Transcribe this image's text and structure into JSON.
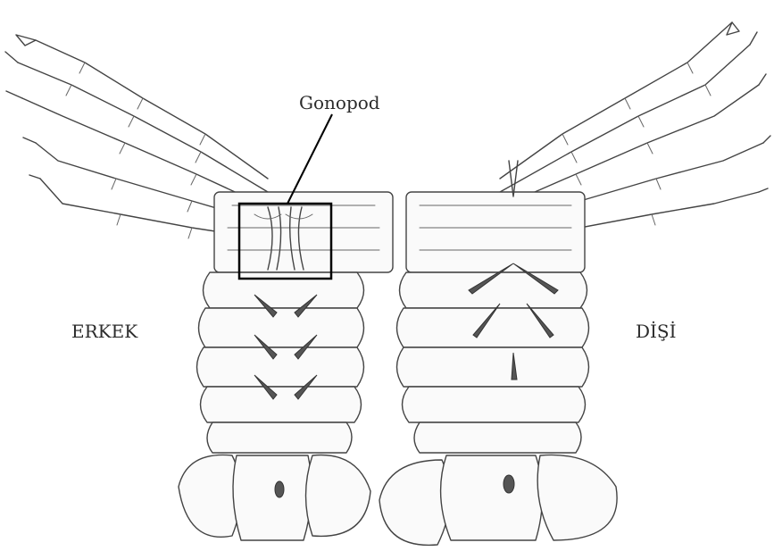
{
  "labels": {
    "gonopod": "Gonopod",
    "male": "ERKEK",
    "female": "DİŞİ"
  }
}
